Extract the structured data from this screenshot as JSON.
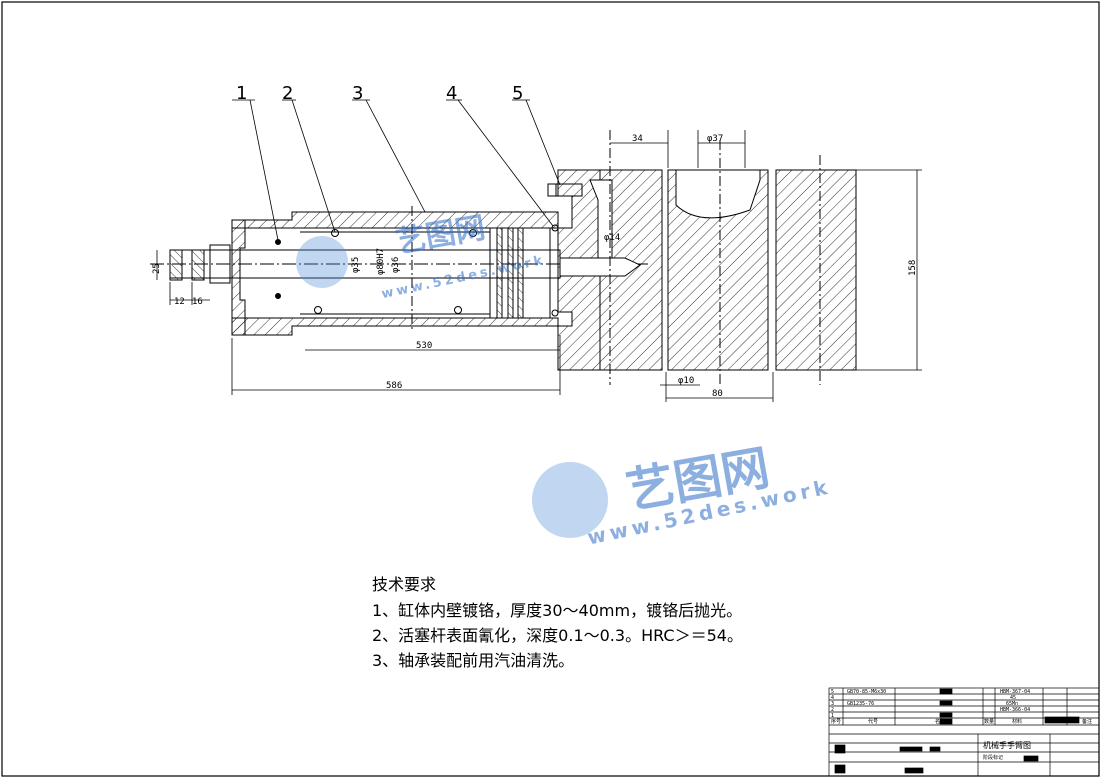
{
  "leaders": [
    "1",
    "2",
    "3",
    "4",
    "5"
  ],
  "dimensions": {
    "d25": "25",
    "d12": "12",
    "d16": "16",
    "d530": "530",
    "d586": "586",
    "d34": "34",
    "phi37": "φ37",
    "phi14": "φ14",
    "phi10": "φ10",
    "d80": "80",
    "d158": "158",
    "phi35": "φ35",
    "phi80h7": "φ80H7",
    "phi36": "φ36"
  },
  "tech_requirements": {
    "title": "技术要求",
    "items": [
      "1、缸体内壁镀铬，厚度30～40mm，镀铬后抛光。",
      "2、活塞杆表面氰化，深度0.1～0.3。HRC＞＝54。",
      "3、轴承装配前用汽油清洗。"
    ]
  },
  "watermark": {
    "brand": "艺图网",
    "url": "www.52des.work"
  },
  "title_block": {
    "drawing_name": "机械手手臂图",
    "stage_label": "阶段标记",
    "parts": [
      {
        "no": "5",
        "code": "GB70-85-M6x30",
        "material": "HBM-367-04"
      },
      {
        "no": "4",
        "code": "",
        "material": "45"
      },
      {
        "no": "3",
        "code": "GB1235-76",
        "material": "65Mn"
      },
      {
        "no": "2",
        "code": "",
        "material": "HBM-366-04"
      },
      {
        "no": "1",
        "code": "",
        "material": ""
      }
    ],
    "header": {
      "seq": "序号",
      "code": "代号",
      "name": "名称",
      "qty": "数量",
      "material": "材料",
      "note": "备注"
    }
  },
  "colors": {
    "line": "#000000",
    "watermark": "#2f6fc7"
  }
}
